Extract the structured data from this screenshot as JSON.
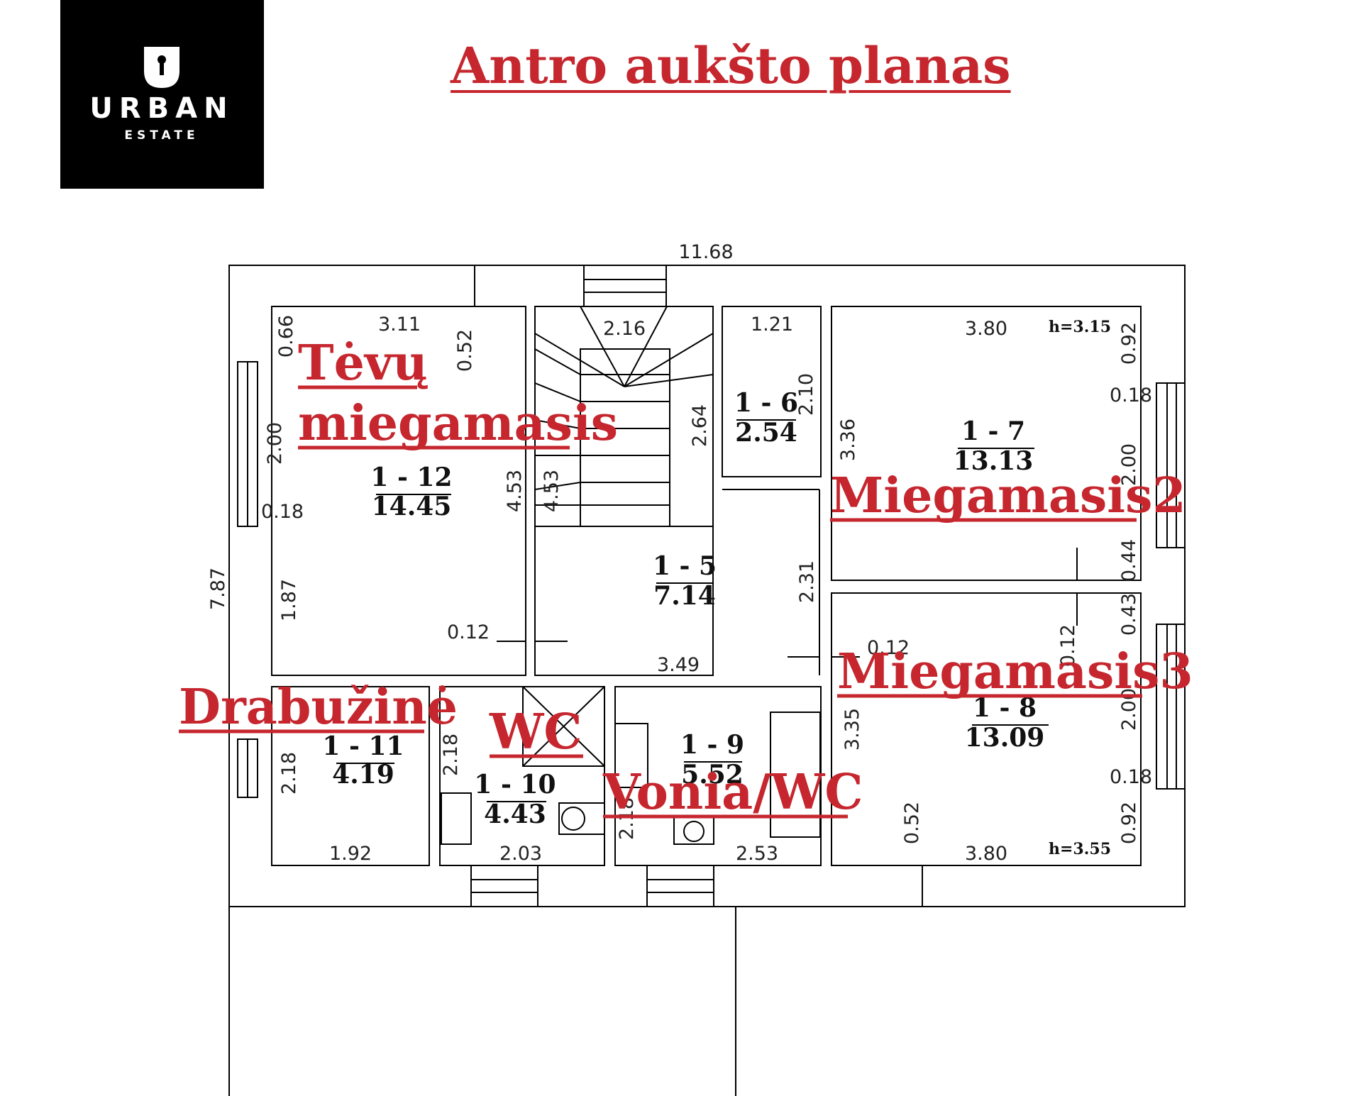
{
  "title": "Antro aukšto planas",
  "logo": {
    "brand": "URBAN",
    "sub": "ESTATE",
    "icon": "keyhole-u-icon"
  },
  "overall": {
    "width": "11.68",
    "height": "7.87"
  },
  "rooms": [
    {
      "id": "1 - 12",
      "area": "14.45",
      "label_lines": [
        "Tėvų",
        "miegamasis"
      ]
    },
    {
      "id": "1 - 5",
      "area": "7.14"
    },
    {
      "id": "1 - 6",
      "area": "2.54"
    },
    {
      "id": "1 - 7",
      "area": "13.13",
      "label": "Miegamasis2",
      "height": "h=3.15"
    },
    {
      "id": "1 - 8",
      "area": "13.09",
      "label": "Miegamasis3",
      "height": "h=3.55"
    },
    {
      "id": "1 - 11",
      "area": "4.19",
      "label": "Drabužinė"
    },
    {
      "id": "1 - 10",
      "area": "4.43",
      "label": "WC"
    },
    {
      "id": "1 - 9",
      "area": "5.52",
      "label": "Vonia/WC"
    }
  ],
  "dimensions": {
    "d311": "3.11",
    "d066": "0.66",
    "d052a": "0.52",
    "d200a": "2.00",
    "d018a": "0.18",
    "d453a": "4.53",
    "d453b": "4.53",
    "d187": "1.87",
    "d012a": "0.12",
    "d216": "2.16",
    "d264": "2.64",
    "d121": "1.21",
    "d210": "2.10",
    "d380a": "3.80",
    "d092a": "0.92",
    "d018b": "0.18",
    "d200b": "2.00",
    "d044": "0.44",
    "d336": "3.36",
    "d231": "2.31",
    "d349": "3.49",
    "d012b": "0.12",
    "d012c": "0.12",
    "d043": "0.43",
    "d200c": "2.00",
    "d018c": "0.18",
    "d092b": "0.92",
    "d335": "3.35",
    "d052b": "0.52",
    "d380b": "3.80",
    "d218a": "2.18",
    "d192": "1.92",
    "d218b": "2.18",
    "d203": "2.03",
    "d218c": "2.18",
    "d253": "2.53"
  }
}
